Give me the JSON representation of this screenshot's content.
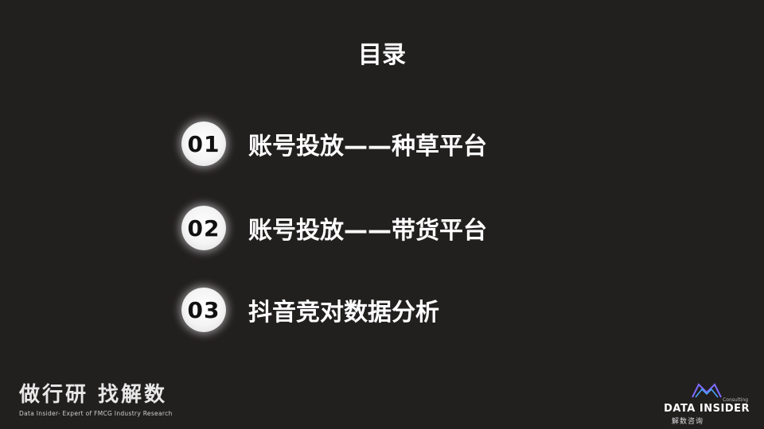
{
  "slide": {
    "title": "目录",
    "items": [
      {
        "number": "01",
        "label": "账号投放——种草平台"
      },
      {
        "number": "02",
        "label": "账号投放——带货平台"
      },
      {
        "number": "03",
        "label": "抖音竞对数据分析"
      }
    ]
  },
  "footer": {
    "brand_title": "做行研 找解数",
    "brand_subtitle": "Data Insider- Expert of FMCG Industry Research",
    "logo": {
      "consulting": "Consulting",
      "main": "DATA INSIDER",
      "chinese": "解数咨询",
      "icon": "data-insider-logo-icon"
    }
  },
  "colors": {
    "background": "#221f1f",
    "text": "#ffffff",
    "badge": "#ffffff",
    "logo_accent": "#7b6cff"
  }
}
